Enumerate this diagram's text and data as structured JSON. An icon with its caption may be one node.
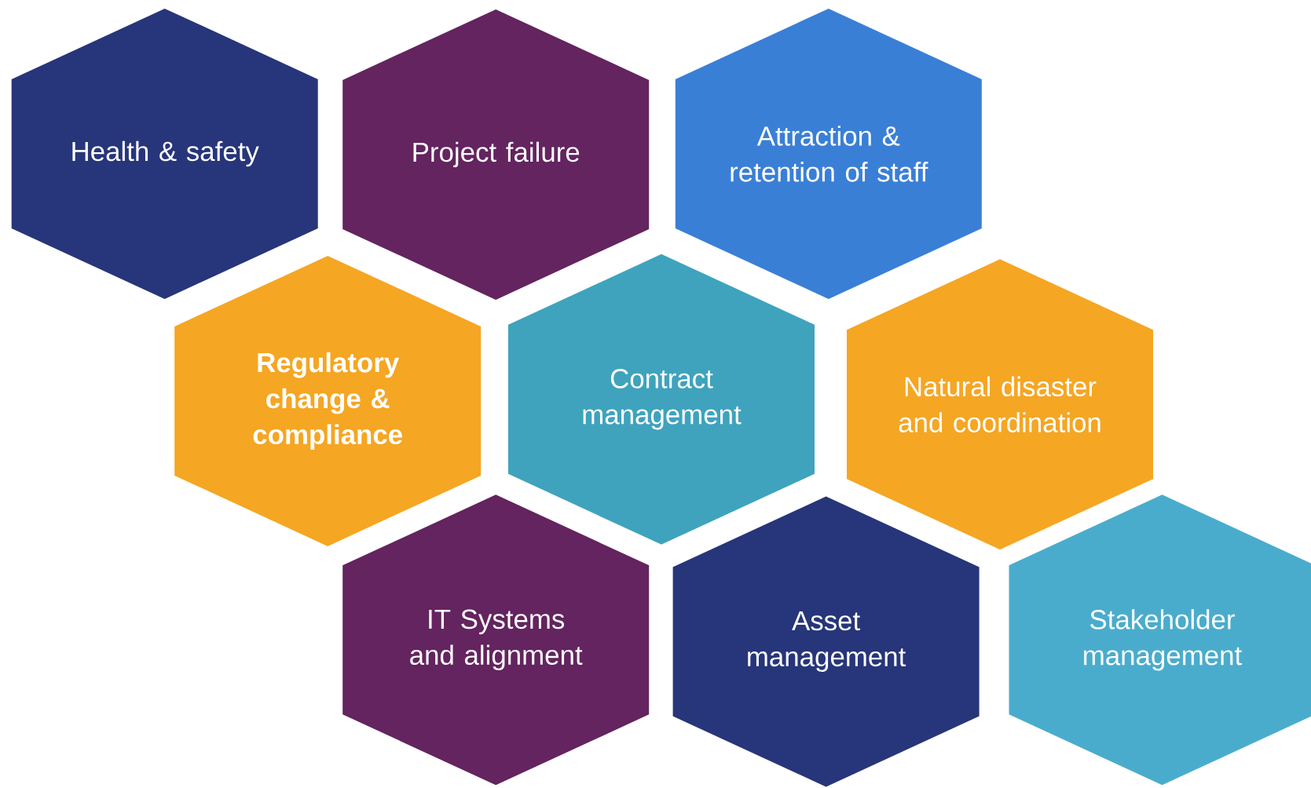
{
  "diagram": {
    "nodes": [
      {
        "text": [
          "Health & safety"
        ]
      },
      {
        "text": [
          "Project failure"
        ]
      },
      {
        "text": [
          "Attraction & retention of staff"
        ]
      },
      {
        "text": [
          "Regulatory change & compliance"
        ]
      },
      {
        "text": [
          "Contract management"
        ]
      },
      {
        "text": [
          "Natural disaster and coordination"
        ]
      },
      {
        "text": [
          "IT Systems and alignment"
        ]
      },
      {
        "text": [
          "Asset management"
        ]
      },
      {
        "text": [
          "Stakeholder management"
        ]
      }
    ]
  }
}
